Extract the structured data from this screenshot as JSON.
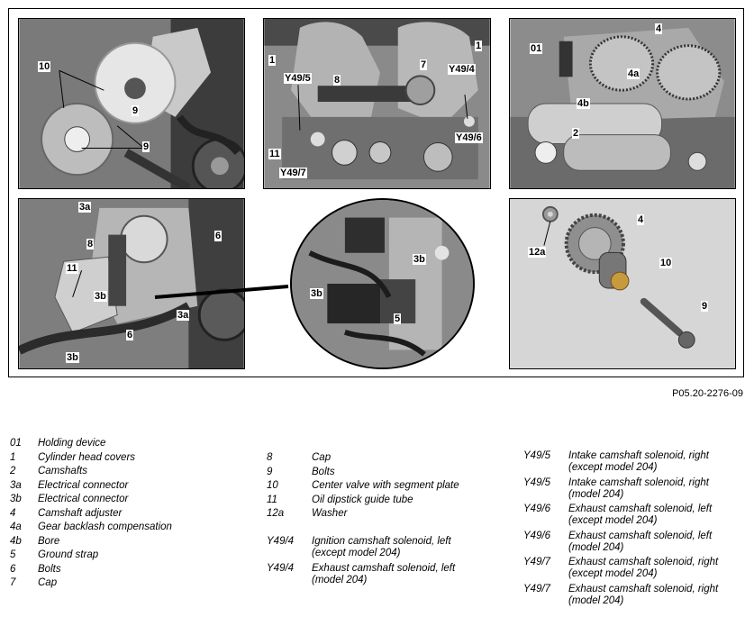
{
  "figure_code": "P05.20-2276-09",
  "panels": {
    "top_left": {
      "callouts": [
        "10",
        "9",
        "9"
      ]
    },
    "top_middle": {
      "callouts": [
        "1",
        "1",
        "Y49/5",
        "8",
        "7",
        "Y49/4",
        "Y49/6",
        "11",
        "Y49/7"
      ]
    },
    "top_right": {
      "callouts": [
        "01",
        "4",
        "4a",
        "4b",
        "2"
      ]
    },
    "bottom_left": {
      "callouts": [
        "3a",
        "8",
        "6",
        "11",
        "3b",
        "3a",
        "6",
        "3b"
      ]
    },
    "bottom_middle": {
      "callouts": [
        "3b",
        "3b",
        "5"
      ]
    },
    "bottom_right": {
      "callouts": [
        "12a",
        "4",
        "10",
        "9"
      ]
    }
  },
  "legend": {
    "col1": [
      {
        "code": "01",
        "text": "Holding device"
      },
      {
        "code": "1",
        "text": "Cylinder head covers"
      },
      {
        "code": "2",
        "text": "Camshafts"
      },
      {
        "code": "3a",
        "text": "Electrical connector"
      },
      {
        "code": "3b",
        "text": "Electrical connector"
      },
      {
        "code": "4",
        "text": "Camshaft adjuster"
      },
      {
        "code": "4a",
        "text": "Gear backlash compensation"
      },
      {
        "code": "4b",
        "text": "Bore"
      },
      {
        "code": "5",
        "text": "Ground strap"
      },
      {
        "code": "6",
        "text": "Bolts"
      },
      {
        "code": "7",
        "text": "Cap"
      }
    ],
    "col2": [
      {
        "code": "8",
        "text": "Cap"
      },
      {
        "code": "9",
        "text": "Bolts"
      },
      {
        "code": "10",
        "text": "Center valve with segment plate"
      },
      {
        "code": "11",
        "text": "Oil dipstick guide tube"
      },
      {
        "code": "12a",
        "text": "Washer"
      },
      {
        "code": "",
        "text": ""
      },
      {
        "code": "Y49/4",
        "text": "Ignition camshaft solenoid, left",
        "text2": "(except model 204)"
      },
      {
        "code": "Y49/4",
        "text": "Exhaust camshaft solenoid, left",
        "text2": "(model 204)"
      }
    ],
    "col3": [
      {
        "code": "Y49/5",
        "text": "Intake camshaft solenoid, right",
        "text2": "(except model 204)"
      },
      {
        "code": "Y49/5",
        "text": "Intake camshaft solenoid, right",
        "text2": "(model 204)"
      },
      {
        "code": "Y49/6",
        "text": "Exhaust camshaft solenoid, left",
        "text2": "(except model 204)"
      },
      {
        "code": "Y49/6",
        "text": "Exhaust camshaft solenoid, left",
        "text2": "(model 204)"
      },
      {
        "code": "Y49/7",
        "text": "Exhaust camshaft solenoid, right",
        "text2": "(except model 204)"
      },
      {
        "code": "Y49/7",
        "text": "Exhaust camshaft solenoid, right",
        "text2": "(model 204)"
      }
    ]
  }
}
